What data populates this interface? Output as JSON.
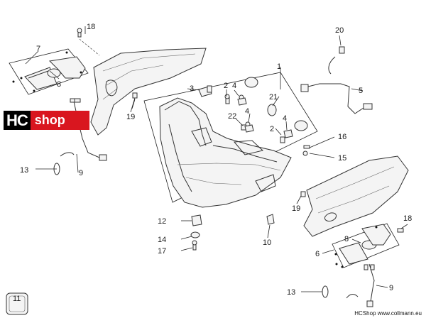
{
  "callouts": {
    "n1": "1",
    "n2a": "2",
    "n2b": "2",
    "n3": "3",
    "n4a": "4",
    "n4b": "4",
    "n5": "5",
    "n6": "6",
    "n7": "7",
    "n8a": "8",
    "n8b": "8",
    "n9a": "9",
    "n9b": "9",
    "n10": "10",
    "n11": "11",
    "n12": "12",
    "n13a": "13",
    "n13b": "13",
    "n14": "14",
    "n15": "15",
    "n16": "16",
    "n17": "17",
    "n18a": "18",
    "n18b": "18",
    "n19a": "19",
    "n19b": "19",
    "n20": "20",
    "n21": "21",
    "n22": "22"
  },
  "logo": {
    "hc": "HC",
    "shop": "shop"
  },
  "footer": {
    "text": "HCShop www.collmann.eu"
  }
}
